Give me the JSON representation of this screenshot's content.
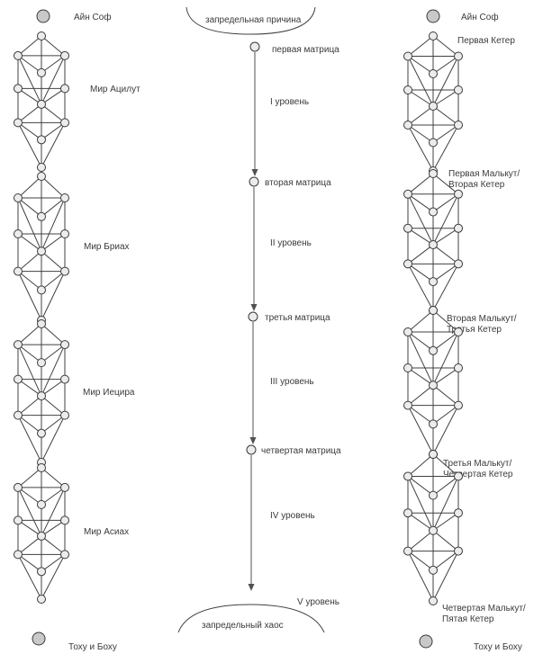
{
  "left_column": {
    "top_label": "Айн Соф",
    "worlds": [
      "Мир Ацилут",
      "Мир Бриах",
      "Мир Иецира",
      "Мир Асиах"
    ],
    "bottom_label": "Тоху и Боху"
  },
  "center_column": {
    "top_arc_label": "запредельная причина",
    "matrices": [
      "первая матрица",
      "вторая матрица",
      "третья матрица",
      "четвертая матрица"
    ],
    "levels": [
      "I уровень",
      "II уровень",
      "III уровень",
      "IV уровень",
      "V уровень"
    ],
    "bottom_arc_label": "запредельный хаос"
  },
  "right_column": {
    "top_label": "Айн Соф",
    "ketter_labels": [
      [
        "Первая Кетер"
      ],
      [
        "Первая Малькут/",
        "Вторая Кетер"
      ],
      [
        "Вторая Малькут/",
        "Третья Кетер"
      ],
      [
        "Третья Малькут/",
        "Четвертая Кетер"
      ],
      [
        "Четвертая Малькут/",
        "Пятая Кетер"
      ]
    ],
    "bottom_label": "Тоху и Боху"
  }
}
